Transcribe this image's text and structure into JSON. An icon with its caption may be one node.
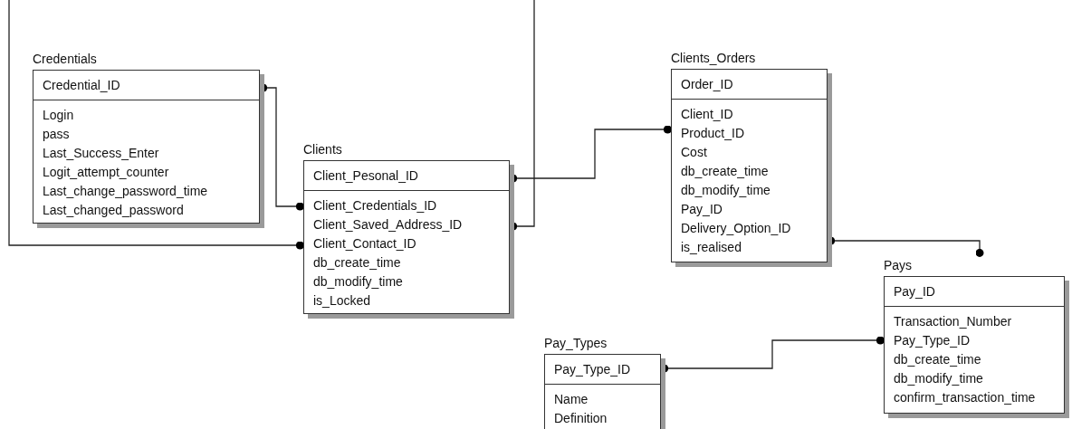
{
  "diagram": {
    "nodes": [
      {
        "text": [
          "Credentials",
          "Credential_ID",
          "Login",
          "pass",
          "Last_Success_Enter",
          "Logit_attempt_counter",
          "Last_change_password_time",
          "Last_changed_password"
        ]
      },
      {
        "text": [
          "Clients",
          "Client_Pesonal_ID",
          "Client_Credentials_ID",
          "Client_Saved_Address_ID",
          "Client_Contact_ID",
          "db_create_time",
          "db_modify_time",
          "is_Locked"
        ]
      },
      {
        "text": [
          "Clients_Orders",
          "Order_ID",
          "Client_ID",
          "Product_ID",
          "Cost",
          "db_create_time",
          "db_modify_time",
          "Pay_ID",
          "Delivery_Option_ID",
          "is_realised"
        ]
      },
      {
        "text": [
          "Pays",
          "Pay_ID",
          "Transaction_Number",
          "Pay_Type_ID",
          "db_create_time",
          "db_modify_time",
          "confirm_transaction_time"
        ]
      },
      {
        "text": [
          "Pay_Types",
          "Pay_Type_ID",
          "Name",
          "Definition"
        ]
      }
    ],
    "edges": [
      {
        "from": 0,
        "to": 1,
        "arrow": "other"
      },
      {
        "from": 1,
        "to": 2,
        "arrow": "other"
      },
      {
        "from": 1,
        "to": null,
        "arrow": "other"
      },
      {
        "from": 1,
        "to": null,
        "arrow": "other"
      },
      {
        "from": 2,
        "to": 3,
        "arrow": "other"
      },
      {
        "from": 4,
        "to": 3,
        "arrow": "other"
      }
    ]
  }
}
